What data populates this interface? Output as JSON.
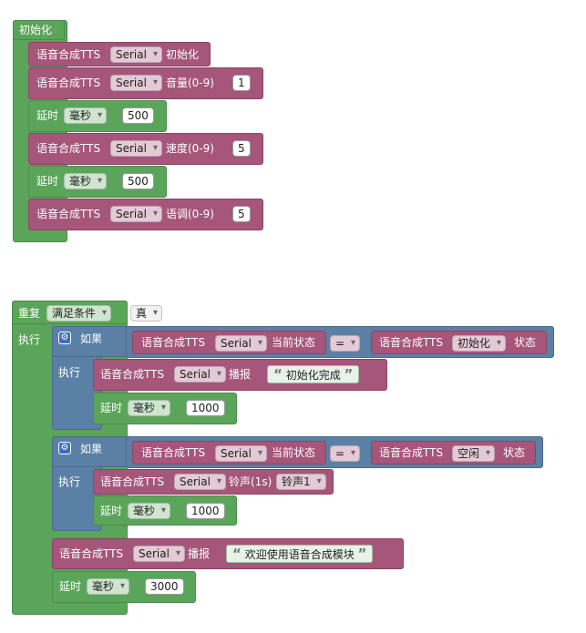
{
  "init": {
    "hat": "初始化",
    "row1": {
      "label": "语音合成TTS",
      "port": "Serial",
      "action": "初始化"
    },
    "row2": {
      "label": "语音合成TTS",
      "port": "Serial",
      "param": "音量(0-9)",
      "value": "1"
    },
    "delay1": {
      "label": "延时",
      "unit": "毫秒",
      "value": "500"
    },
    "row3": {
      "label": "语音合成TTS",
      "port": "Serial",
      "param": "速度(0-9)",
      "value": "5"
    },
    "delay2": {
      "label": "延时",
      "unit": "毫秒",
      "value": "500"
    },
    "row4": {
      "label": "语音合成TTS",
      "port": "Serial",
      "param": "语调(0-9)",
      "value": "5"
    }
  },
  "loop": {
    "repeat": "重复",
    "condition": "满足条件",
    "bool": "真",
    "exec": "执行",
    "if1": {
      "if": "如果",
      "exec": "执行",
      "left": {
        "label": "语音合成TTS",
        "port": "Serial",
        "state": "当前状态"
      },
      "op": "=",
      "right": {
        "label": "语音合成TTS",
        "option": "初始化",
        "suffix": "状态"
      },
      "play": {
        "label": "语音合成TTS",
        "port": "Serial",
        "action": "播报",
        "text": "初始化完成"
      },
      "delay": {
        "label": "延时",
        "unit": "毫秒",
        "value": "1000"
      }
    },
    "if2": {
      "if": "如果",
      "exec": "执行",
      "left": {
        "label": "语音合成TTS",
        "port": "Serial",
        "state": "当前状态"
      },
      "op": "=",
      "right": {
        "label": "语音合成TTS",
        "option": "空闲",
        "suffix": "状态"
      },
      "ring": {
        "label": "语音合成TTS",
        "port": "Serial",
        "action": "铃声(1s)",
        "option": "铃声1"
      },
      "delay": {
        "label": "延时",
        "unit": "毫秒",
        "value": "1000"
      }
    },
    "play": {
      "label": "语音合成TTS",
      "port": "Serial",
      "action": "播报",
      "text": "欢迎使用语音合成模块"
    },
    "delay": {
      "label": "延时",
      "unit": "毫秒",
      "value": "3000"
    }
  }
}
